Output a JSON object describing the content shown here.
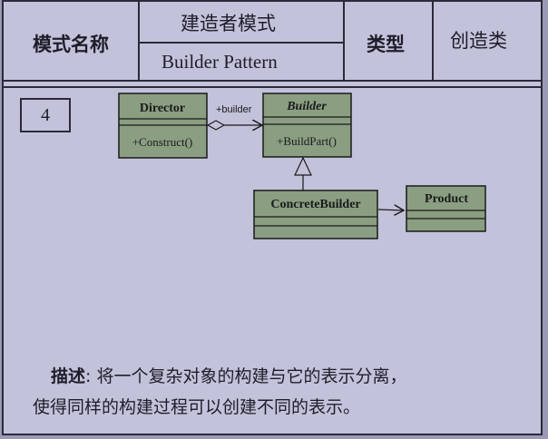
{
  "header": {
    "pattern_name_label": "模式名称",
    "pattern_name_cn": "建造者模式",
    "pattern_name_en": "Builder Pattern",
    "type_label": "类型",
    "type_value": "创造类"
  },
  "pattern_number": "4",
  "diagram": {
    "director": {
      "name": "Director",
      "operation": "+Construct()"
    },
    "builder": {
      "name": "Builder",
      "operation": "+BuildPart()"
    },
    "concrete_builder": {
      "name": "ConcreteBuilder"
    },
    "product": {
      "name": "Product"
    },
    "association_label": "+builder",
    "class_fill": "#8a9e82"
  },
  "description": {
    "label": "描述",
    "line1_rest": ": 将一个复杂对象的构建与它的表示分离，",
    "line2": "使得同样的构建过程可以创建不同的表示。"
  }
}
